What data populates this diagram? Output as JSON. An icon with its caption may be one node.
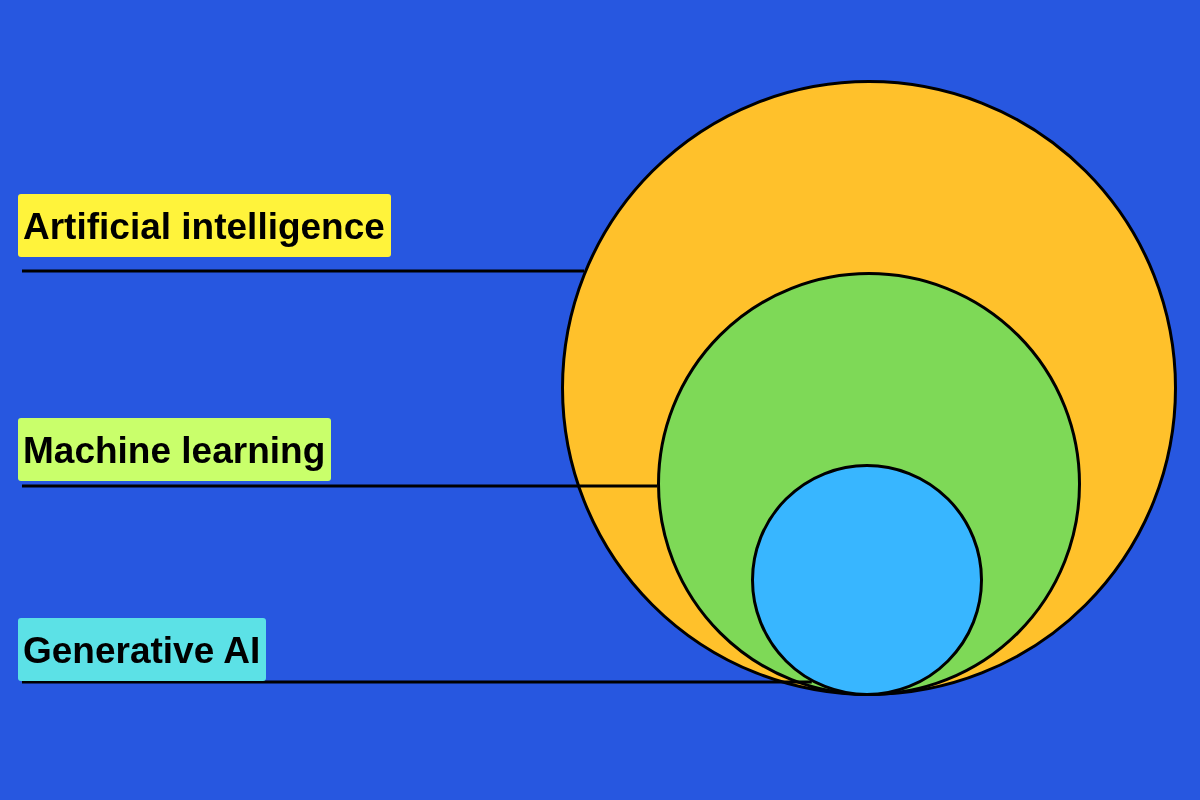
{
  "diagram": {
    "nodes": [
      {
        "text": [
          "Artificial intelligence"
        ]
      },
      {
        "text": [
          "Machine learning"
        ]
      },
      {
        "text": [
          "Generative AI"
        ]
      },
      {
        "text": [],
        "shape": "circle"
      },
      {
        "text": [],
        "shape": "circle",
        "in": 3
      },
      {
        "text": [],
        "shape": "circle",
        "in": 4
      }
    ],
    "edges": [
      {
        "from": 0,
        "to": 3,
        "arrow": "none"
      },
      {
        "from": 1,
        "to": 4,
        "arrow": "none"
      },
      {
        "from": 2,
        "to": 5,
        "arrow": "none"
      }
    ]
  }
}
